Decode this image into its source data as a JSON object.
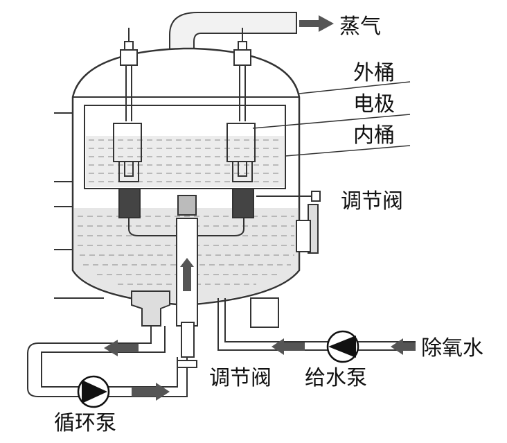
{
  "labels": {
    "steam": "蒸气",
    "outer_barrel": "外桶",
    "electrode": "电极",
    "inner_barrel": "内桶",
    "regulating_valve_right": "调节阀",
    "deaerated_water": "除氧水",
    "feed_pump": "给水泵",
    "regulating_valve_bottom": "调节阀",
    "circulation_pump": "循环泵"
  },
  "colors": {
    "line": "#333333",
    "arrow": "#555555",
    "water": "#e6e6e6",
    "pump": "#111111"
  }
}
